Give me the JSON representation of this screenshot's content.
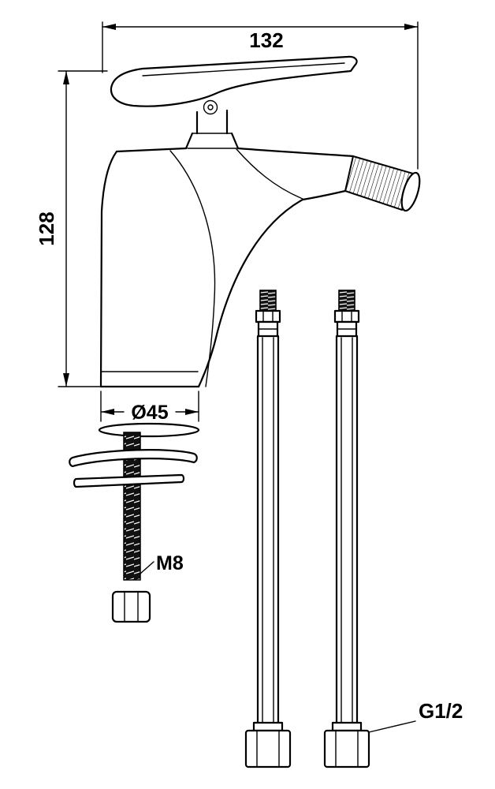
{
  "drawing": {
    "labels": {
      "width_mm": "132",
      "height_mm": "128",
      "base_diameter": "Ø45",
      "stud_thread": "M8",
      "hose_thread": "G1/2"
    },
    "colors": {
      "line": "#000000",
      "background": "#ffffff"
    }
  }
}
